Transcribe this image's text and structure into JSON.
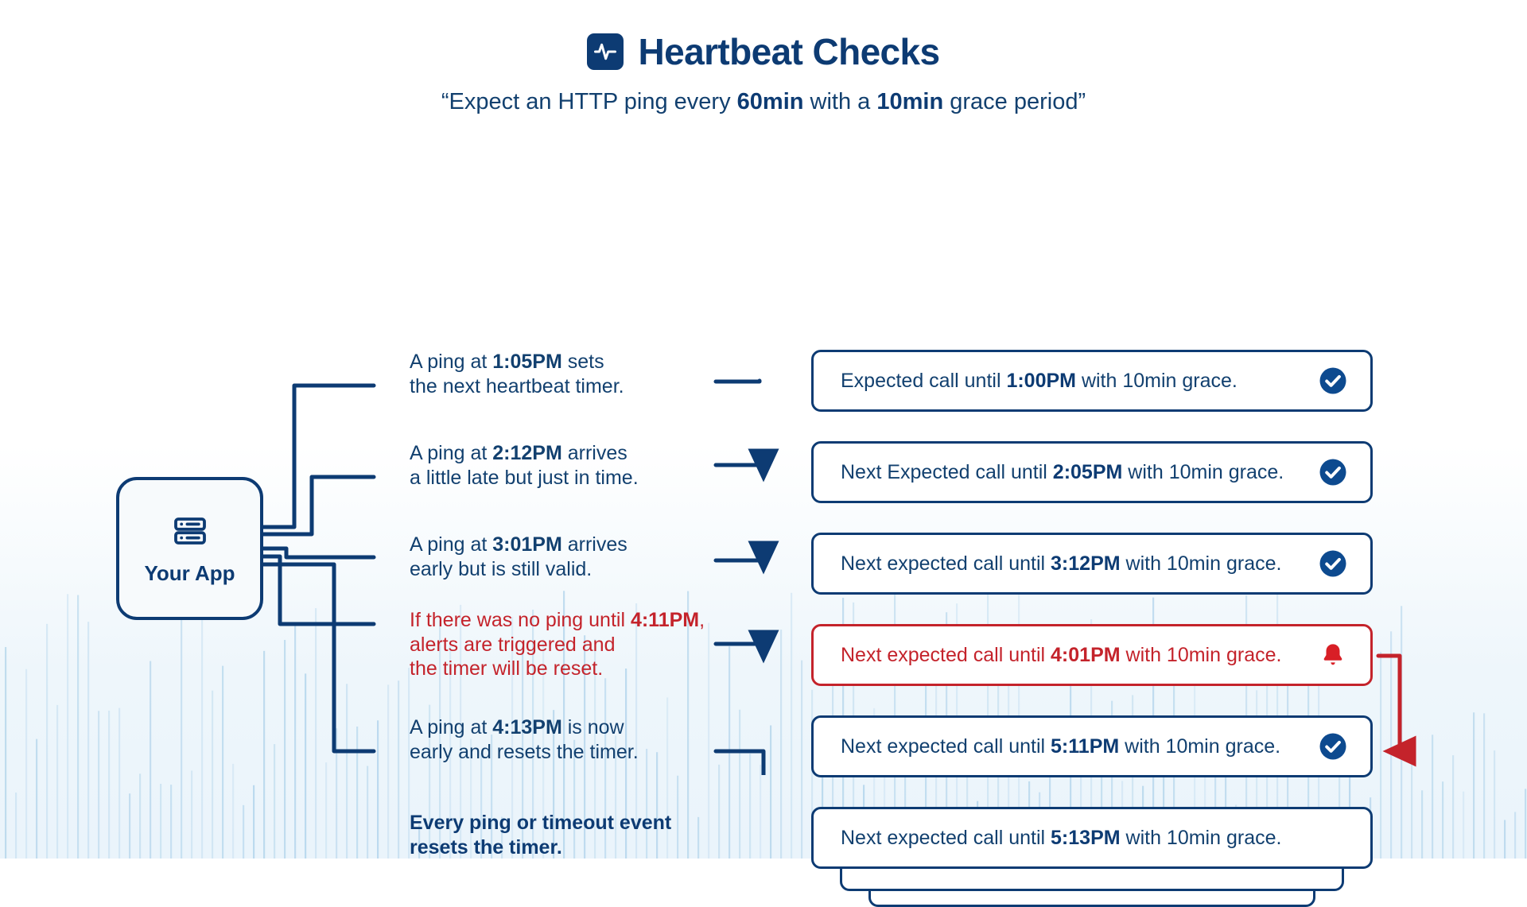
{
  "header": {
    "icon": "heartbeat-pulse-icon",
    "title": "Heartbeat Checks",
    "subtitle_prefix": "“Expect an HTTP ping every ",
    "subtitle_period": "60min",
    "subtitle_middle": " with a ",
    "subtitle_grace": "10min",
    "subtitle_suffix": " grace period”"
  },
  "app_node": {
    "icon": "server-icon",
    "label": "Your App"
  },
  "notes": [
    {
      "id": "note-ping-105",
      "line1_prefix": "A ping at ",
      "line1_bold": "1:05PM",
      "line1_suffix": " sets",
      "line2": "the next heartbeat timer.",
      "style": "normal"
    },
    {
      "id": "note-ping-212",
      "line1_prefix": "A ping at ",
      "line1_bold": "2:12PM",
      "line1_suffix": " arrives",
      "line2": "a little late but just in time.",
      "style": "normal"
    },
    {
      "id": "note-ping-301",
      "line1_prefix": "A ping at ",
      "line1_bold": "3:01PM",
      "line1_suffix": " arrives",
      "line2": "early but is still valid.",
      "style": "normal"
    },
    {
      "id": "note-no-ping-411",
      "line1_prefix": "If there was no ping until ",
      "line1_bold": "4:11PM",
      "line1_suffix": ",",
      "line2": "alerts are triggered and",
      "line3": "the timer will be reset.",
      "style": "alert"
    },
    {
      "id": "note-ping-413",
      "line1_prefix": "A ping at ",
      "line1_bold": "4:13PM",
      "line1_suffix": " is now",
      "line2": "early and resets the timer.",
      "style": "normal"
    },
    {
      "id": "note-summary",
      "line1_prefix": "Every ping or timeout event",
      "line1_bold": "",
      "line1_suffix": "",
      "line2": "resets the timer.",
      "style": "strong"
    }
  ],
  "cards": [
    {
      "id": "card-1-00pm",
      "prefix": "Expected call until ",
      "time": "1:00PM",
      "suffix": " with 10min grace.",
      "status": "ok",
      "icon": "check-circle-icon"
    },
    {
      "id": "card-2-05pm",
      "prefix": "Next Expected call until ",
      "time": "2:05PM",
      "suffix": " with 10min grace.",
      "status": "ok",
      "icon": "check-circle-icon"
    },
    {
      "id": "card-3-12pm",
      "prefix": "Next expected call until ",
      "time": "3:12PM",
      "suffix": " with 10min grace.",
      "status": "ok",
      "icon": "check-circle-icon"
    },
    {
      "id": "card-4-01pm",
      "prefix": "Next expected call until ",
      "time": "4:01PM",
      "suffix": " with 10min grace.",
      "status": "alert",
      "icon": "bell-icon"
    },
    {
      "id": "card-5-11pm",
      "prefix": "Next expected call until ",
      "time": "5:11PM",
      "suffix": " with 10min grace.",
      "status": "ok",
      "icon": "check-circle-icon"
    },
    {
      "id": "card-5-13pm",
      "prefix": "Next expected call until ",
      "time": "5:13PM",
      "suffix": " with 10min grace.",
      "status": "ok",
      "icon": "none"
    }
  ],
  "colors": {
    "brand_navy": "#0d3b73",
    "text_navy": "#12406f",
    "alert_red": "#c4232b",
    "card_bg": "#ffffff",
    "app_node_bg": "#f7fafc",
    "page_bg": "#ffffff",
    "bg_wash": "#eaf4fb"
  }
}
